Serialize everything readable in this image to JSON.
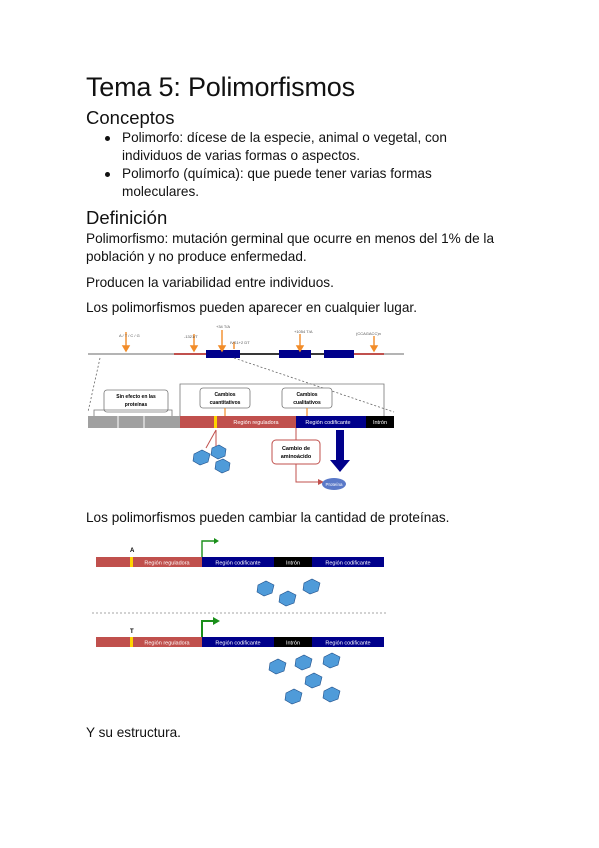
{
  "title": "Tema 5: Polimorfismos",
  "conceptos": {
    "heading": "Conceptos",
    "bullets": [
      "Polimorfo: dícese de la especie, animal o vegetal, con individuos de varias formas o aspectos.",
      "Polimorfo (química): que puede tener varias formas moleculares."
    ]
  },
  "definicion": {
    "heading": "Definición",
    "p1": "Polimorfismo: mutación germinal que ocurre en menos del 1% de la población y no produce enfermedad.",
    "p2": "Producen la variabilidad entre individuos.",
    "p3": "Los polimorfismos pueden aparecer en cualquier lugar.",
    "p4": "Los polimorfismos pueden cambiar la cantidad de proteínas.",
    "p5": "Y su estructura."
  },
  "figure1": {
    "marker_labels": [
      "A / T / C / G",
      "-1321/T",
      "+34 T/A",
      "IVS1+2 DT",
      "+1054 T/A",
      "(CCAGACC)n"
    ],
    "box_sin_efecto": [
      "Sin efecto en las",
      "proteínas"
    ],
    "box_cambios_1": [
      "Cambios",
      "cuantitativos"
    ],
    "box_cambios_2": [
      "Cambios",
      "cualitativos"
    ],
    "bar_regulatory": "Región reguladora",
    "bar_coding": "Región codificante",
    "bar_intron": "Intrón",
    "box_aminoacido": [
      "Cambio de",
      "aminoácido"
    ],
    "protein_label": "Proteína"
  },
  "figure2": {
    "allele_top": "A",
    "allele_bottom": "T",
    "bar_regulatory": "Región reguladora",
    "bar_coding": "Región codificante",
    "bar_intron": "Intrón"
  },
  "colors": {
    "regulatory": "#c0504d",
    "coding": "#00008b",
    "intron": "#000000",
    "marker": "#f28c28",
    "snp": "#ffd400",
    "arrow_green": "#1a8f1a",
    "protein": "#4f9bd9"
  }
}
